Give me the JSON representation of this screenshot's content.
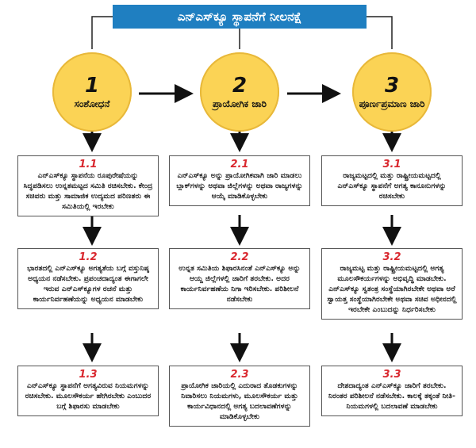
{
  "title": "ಎನ್‌ಎಸ್‌ಕ್ಯೂ ಸ್ಥಾಪನೆಗೆ ನೀಲನಕ್ಷೆ",
  "stages": [
    {
      "num": "1",
      "label": "ಸಂಶೋಧನೆ"
    },
    {
      "num": "2",
      "label": "ಪ್ರಾಯೋಗಿಕ ಜಾರಿ"
    },
    {
      "num": "3",
      "label": "ಪೂರ್ಣಪ್ರಮಾಣ ಜಾರಿ"
    }
  ],
  "steps": [
    [
      {
        "num": "1.1",
        "text": "ಎನ್‌ಎಸ್‌ಕ್ಯೂ ಸ್ಥಾಪನೆಯ ರೂಪುರೇಷೆಯನ್ನು ಸಿದ್ಧಪಡಿಸಲು ಉನ್ನತಮಟ್ಟದ ಸಮಿತಿ ರಚಿಸಬೇಕು. ಕೇಂದ್ರ ಸಚಿವರು ಮತ್ತು ಸಾಮಾಜಿಕ ಉದ್ಯಮದ ಪರಿಣತರು ಈ ಸಮಿತಿಯಲ್ಲಿ ಇರಬೇಕು"
      },
      {
        "num": "1.2",
        "text": "ಭಾರತದಲ್ಲಿ ಎನ್‌ಎಸ್‌ಕ್ಯೂ ಅಗತ್ಯತೆಯ ಬಗ್ಗೆ ವಸ್ತುನಿಷ್ಠ ಅಧ್ಯಯನ ನಡೆಸಬೇಕು. ಪ್ರಪಂಚದಾದ್ಯಂತ ಈಗಾಗಲೇ ಇರುವ ಎನ್‌ಎಸ್‌ಕ್ಯೂಗಳ ರಚನೆ ಮತ್ತು ಕಾರ್ಯನಿರ್ವಹಣೆಯನ್ನು ಅಧ್ಯಯನ ಮಾಡಬೇಕು"
      },
      {
        "num": "1.3",
        "text": "ಎನ್‌ಎಸ್‌ಕ್ಯೂ ಸ್ಥಾಪನೆಗೆ ಅಗತ್ಯವಿರುವ ನಿಯಮಗಳನ್ನು ರಚಿಸಬೇಕು. ಮೂಲಸೌಕರ್ಯ ಹೇಗಿರಬೇಕು ಎಂಬುದರ ಬಗ್ಗೆ ಶಿಫಾರಸು ಮಾಡಬೇಕು"
      }
    ],
    [
      {
        "num": "2.1",
        "text": "ಎನ್‌ಎಸ್‌ಕ್ಯೂ ಅನ್ನು ಪ್ರಾಯೋಗಿಕವಾಗಿ ಜಾರಿ ಮಾಡಲು ಬ್ಲಾಕ್‌ಗಳನ್ನು ಅಥವಾ ಜಿಲ್ಲೆಗಳನ್ನು ಅಥವಾ ರಾಜ್ಯಗಳನ್ನು ಆಯ್ಕೆ ಮಾಡಿಕೊಳ್ಳಬೇಕು"
      },
      {
        "num": "2.2",
        "text": "ಉನ್ನತ ಸಮಿತಿಯ ಶಿಫಾರಸಿನಂತೆ ಎನ್‌ಎಸ್‌ಕ್ಯೂ ಅನ್ನು ಆಯ್ದ ಜಿಲ್ಲೆಗಳಲ್ಲಿ ಜಾರಿಗೆ ತರಬೇಕು. ಅದರ ಕಾರ್ಯನಿರ್ವಹಣೆಯ ನಿಗಾ ಇರಿಸಬೇಕು. ಪರಿಶೀಲನೆ ನಡೆಸಬೇಕು"
      },
      {
        "num": "2.3",
        "text": "ಪ್ರಾಯೋಗಿಕ ಜಾರಿಯಲ್ಲಿ ಎದುರಾದ ತೊಡಕುಗಳನ್ನು ನಿವಾರಿಸಲು ನಿಯಮಗಳು, ಮೂಲಸೌಕರ್ಯ ಮತ್ತು ಕಾರ್ಯವಿಧಾನದಲ್ಲಿ ಅಗತ್ಯ ಬದಲಾವಣೆಗಳನ್ನು ಮಾಡಿಕೊಳ್ಳಬೇಕು"
      }
    ],
    [
      {
        "num": "3.1",
        "text": "ರಾಜ್ಯಮಟ್ಟದಲ್ಲಿ ಮತ್ತು ರಾಷ್ಟ್ರೀಯಮಟ್ಟದಲ್ಲಿ ಎನ್‌ಎಸ್‌ಕ್ಯೂ ಸ್ಥಾಪನೆಗೆ ಅಗತ್ಯ ಕಾನೂನುಗಳನ್ನು ರಚಿಸಬೇಕು"
      },
      {
        "num": "3.2",
        "text": "ರಾಜ್ಯಮಟ್ಟ ಮತ್ತು ರಾಷ್ಟ್ರೀಯಮಟ್ಟದಲ್ಲಿ ಅಗತ್ಯ ಮೂಲಸೌಕರ್ಯಗಳನ್ನು ಅಭಿವೃದ್ಧಿ ಮಾಡಬೇಕು. ಎನ್‌ಎಸ್‌ಕ್ಯೂ ಸ್ವತಂತ್ರ ಸಂಸ್ಥೆಯಾಗಿರಬೇಕೇ ಅಥವಾ ಅರೆ ಸ್ವಾಯತ್ತ ಸಂಸ್ಥೆಯಾಗಿರಬೇಕೇ ಅಥವಾ ಸಚಿವ ಅಧೀನದಲ್ಲಿ ಇರಬೇಕೇ ಎಂಬುದನ್ನು ನಿರ್ಧರಿಸಬೇಕು"
      },
      {
        "num": "3.3",
        "text": "ದೇಶದಾದ್ಯಂತ ಎನ್‌ಎಸ್‌ಕ್ಯೂ ಜಾರಿಗೆ ತರಬೇಕು. ನಿರಂತರ ಪರಿಶೀಲನೆ ನಡೆಸಬೇಕು. ಕಾಲಕ್ಕೆ ತಕ್ಕಂತೆ ನೀತಿ-ನಿಯಮಗಳಲ್ಲಿ ಬದಲಾವಣೆ ಮಾಡಬೇಕು"
      }
    ]
  ]
}
